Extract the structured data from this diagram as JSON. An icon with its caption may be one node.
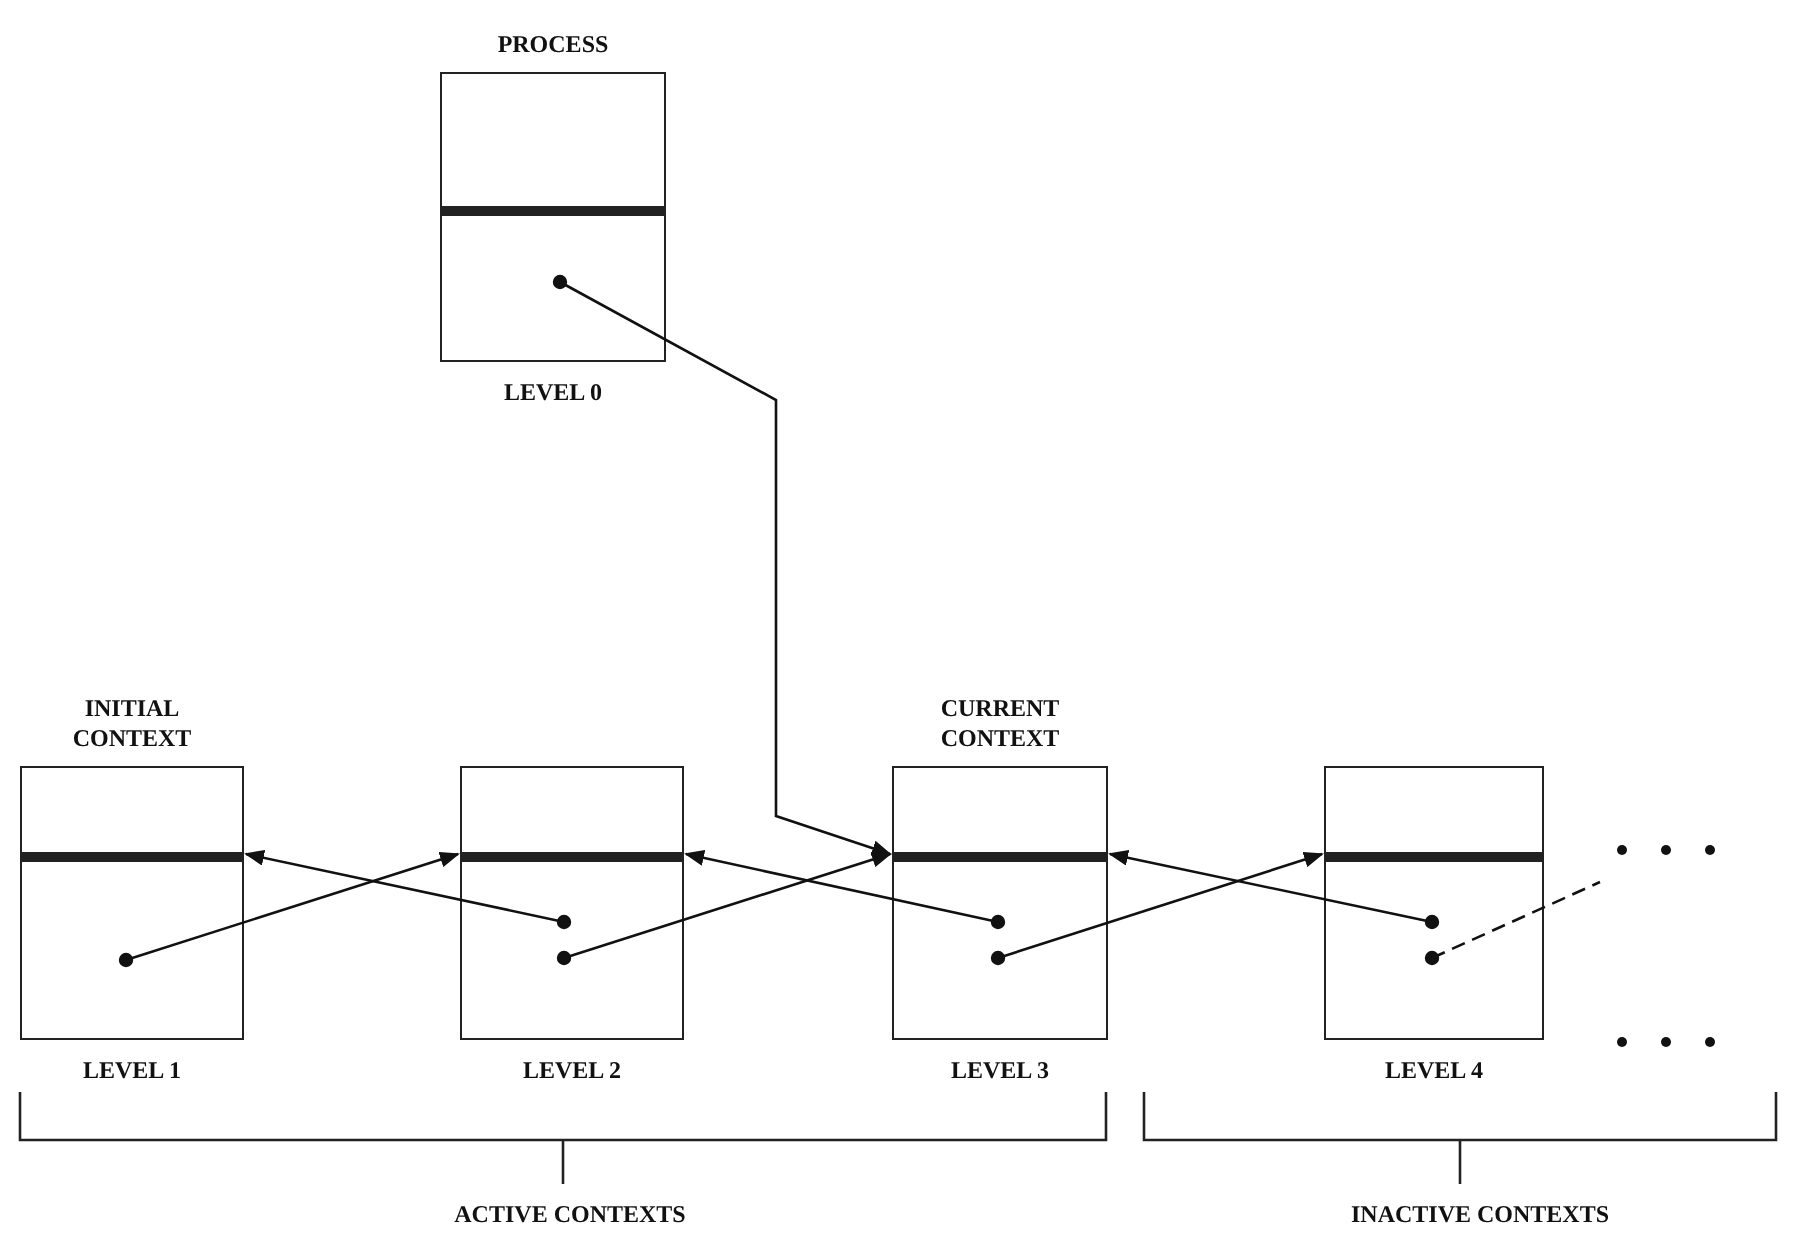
{
  "diagram": {
    "nodes": [
      {
        "text": [
          "PROCESS"
        ],
        "beside": [
          "LEVEL 0"
        ]
      },
      {
        "text": [
          "INITIAL CONTEXT"
        ],
        "beside": [
          "LEVEL 1"
        ]
      },
      {
        "text": [],
        "shape": "box",
        "beside": [
          "LEVEL 2"
        ]
      },
      {
        "text": [
          "CURRENT CONTEXT"
        ],
        "beside": [
          "LEVEL 3"
        ]
      },
      {
        "text": [],
        "shape": "box",
        "beside": [
          "LEVEL 4"
        ]
      }
    ],
    "edges": [
      {
        "from": 0,
        "to": 3,
        "arrow": "to"
      },
      {
        "from": 1,
        "to": 2,
        "arrow": "to"
      },
      {
        "from": 2,
        "to": 1,
        "arrow": "to"
      },
      {
        "from": 2,
        "to": 3,
        "arrow": "to"
      },
      {
        "from": 3,
        "to": 2,
        "arrow": "to"
      },
      {
        "from": 3,
        "to": 4,
        "arrow": "to"
      },
      {
        "from": 4,
        "to": 3,
        "arrow": "to"
      },
      {
        "from": 4,
        "to": null,
        "arrow": "other",
        "style": "dashed"
      }
    ],
    "labels": [
      "ACTIVE CONTEXTS",
      "INACTIVE CONTEXTS"
    ]
  }
}
